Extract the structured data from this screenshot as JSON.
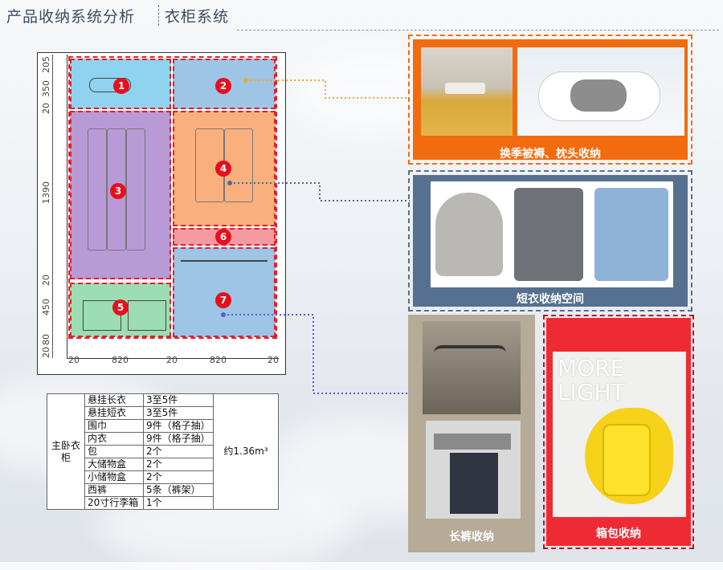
{
  "header": {
    "title": "产品收纳系统分析",
    "subtitle": "衣柜系统"
  },
  "plan": {
    "dims_left": [
      "205",
      "350",
      "20",
      "1390",
      "20",
      "450",
      "80",
      "20"
    ],
    "dims_bottom": [
      "20",
      "820",
      "20",
      "820",
      "20"
    ],
    "markers": [
      "1",
      "2",
      "3",
      "4",
      "5",
      "6",
      "7"
    ]
  },
  "panels": {
    "bedding": {
      "title": "换季被褥、枕头收纳",
      "color": "#f26b0f"
    },
    "short_clothes": {
      "title": "短衣收纳空间",
      "color": "#56708f"
    },
    "trousers": {
      "title": "长裤收纳",
      "color": "#b5ab96"
    },
    "luggage": {
      "title": "箱包收纳",
      "color": "#ee2b35",
      "poster_text": [
        "MORE",
        "LIGHT"
      ]
    }
  },
  "table": {
    "group": "主卧衣柜",
    "total": "约1.36m³",
    "rows": [
      {
        "item": "悬挂长衣",
        "qty": "3至5件"
      },
      {
        "item": "悬挂短衣",
        "qty": "3至5件"
      },
      {
        "item": "围巾",
        "qty": "9件（格子抽）"
      },
      {
        "item": "内衣",
        "qty": "9件（格子抽）"
      },
      {
        "item": "包",
        "qty": "2个"
      },
      {
        "item": "大储物盒",
        "qty": "2个"
      },
      {
        "item": "小储物盒",
        "qty": "2个"
      },
      {
        "item": "西裤",
        "qty": "5条（裤架）"
      },
      {
        "item": "20寸行李箱",
        "qty": "1个"
      }
    ]
  }
}
